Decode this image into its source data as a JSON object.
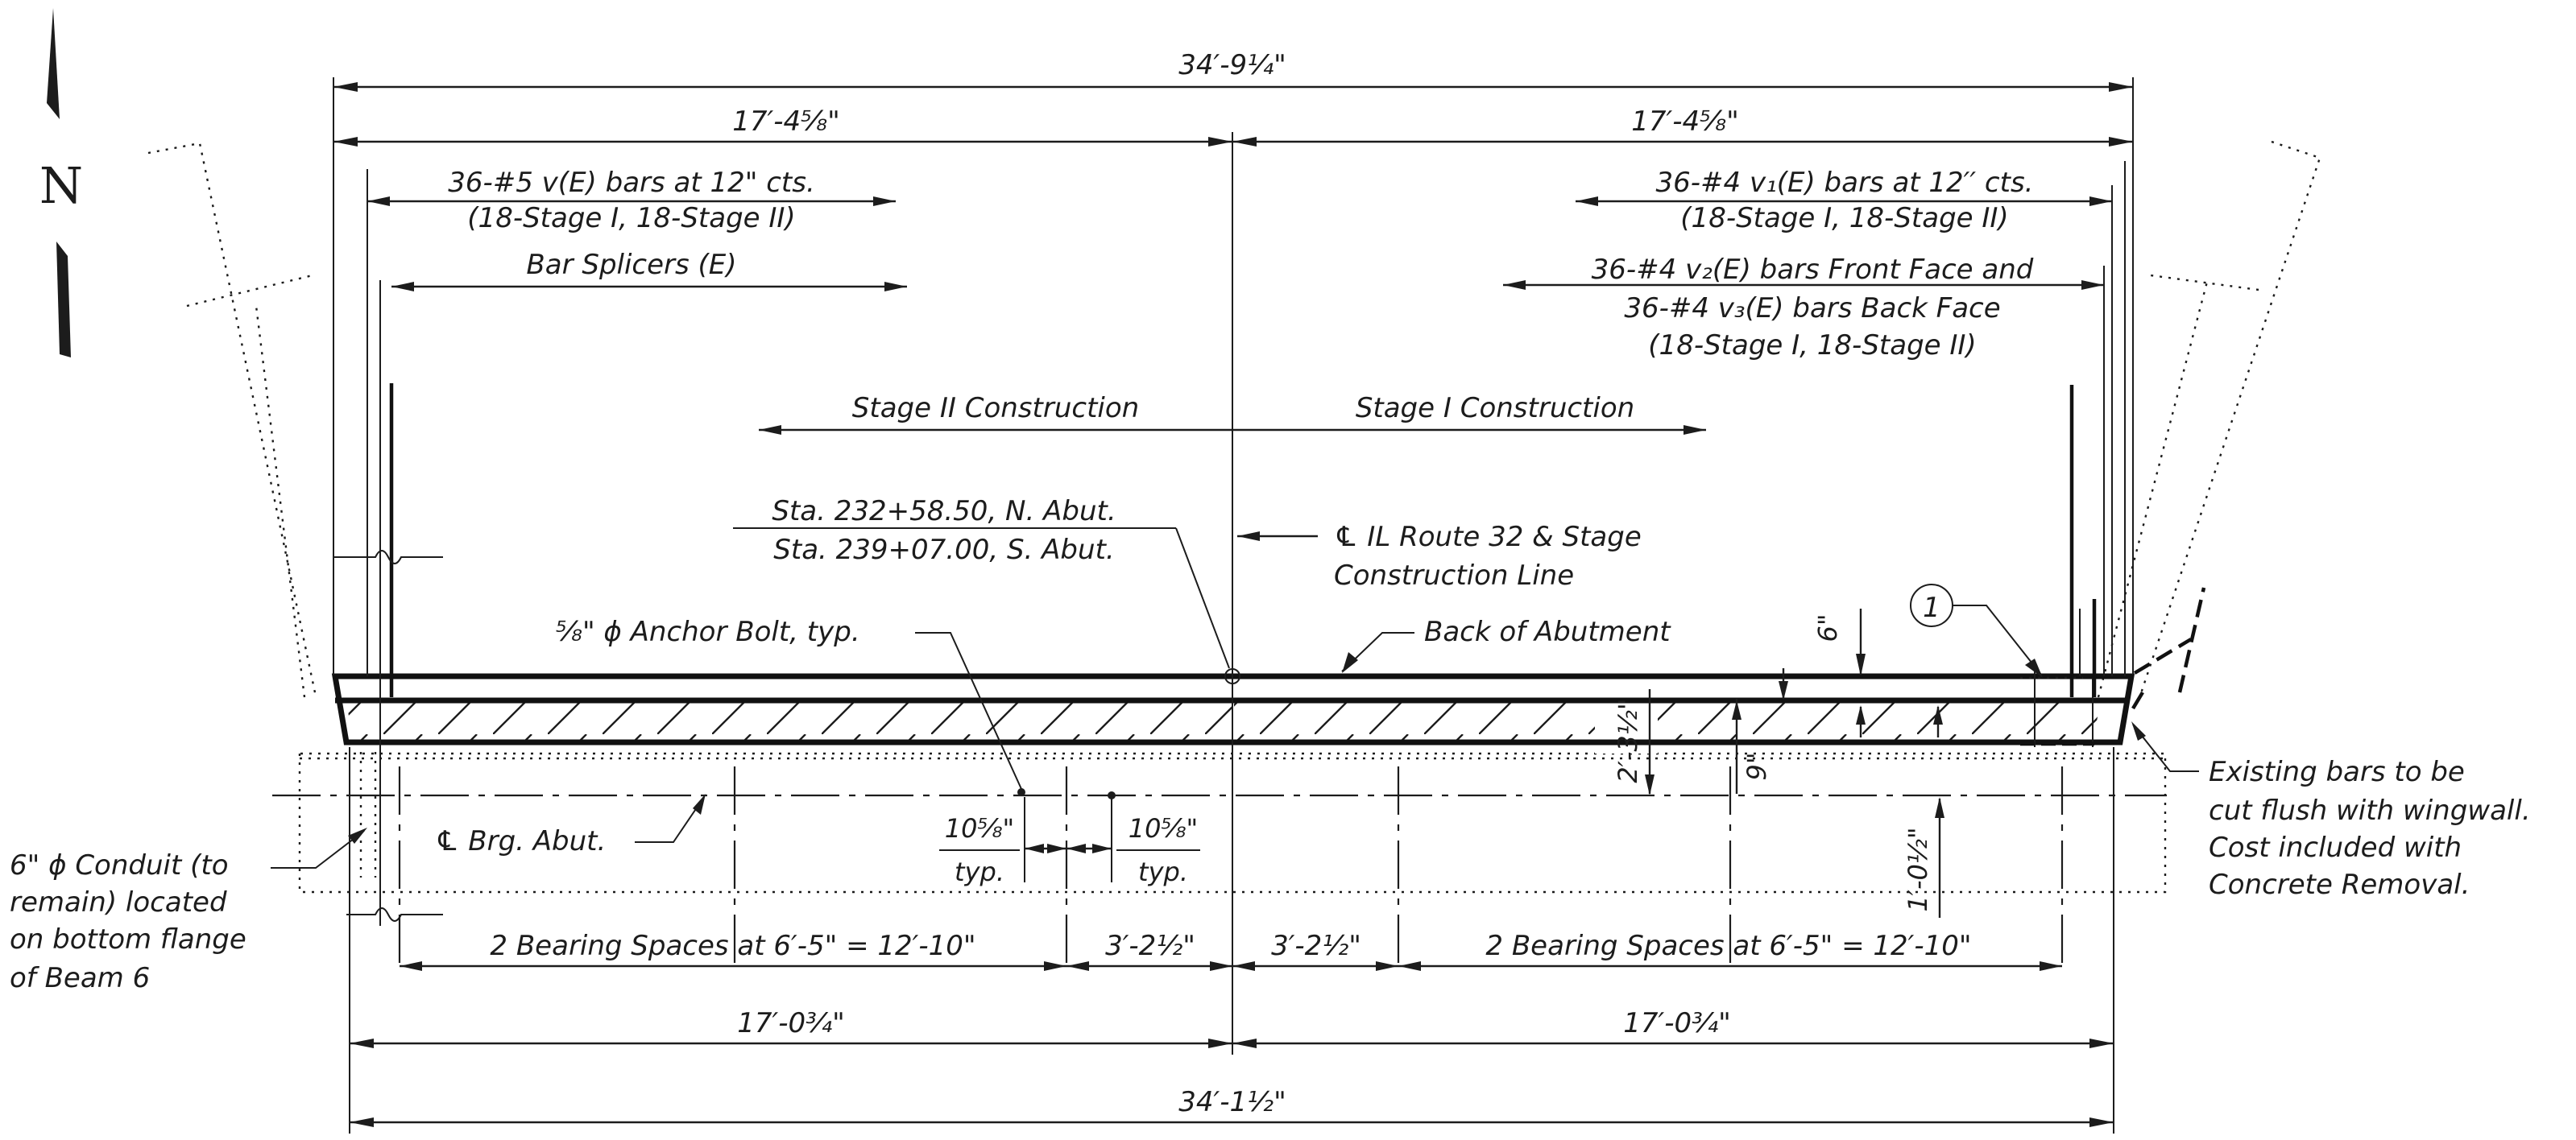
{
  "north_arrow": {
    "label": "N"
  },
  "dimensions": {
    "overall_top": "34′-9¼\"",
    "half_left_top": "17′-4⅝\"",
    "half_right_top": "17′-4⅝\"",
    "bearing_left": "2 Bearing Spaces at 6′-5\" = 12′-10\"",
    "center_left": "3′-2½\"",
    "center_right": "3′-2½\"",
    "bearing_right": "2 Bearing Spaces at 6′-5\" = 12′-10\"",
    "half_left_bottom": "17′-0¾\"",
    "half_right_bottom": "17′-0¾\"",
    "overall_bottom": "34′-1½\"",
    "abut_depth": "2′-3½\"",
    "six_inch": "6\"",
    "nine_inch": "9\"",
    "one_foot": "1′-0½\"",
    "anchor_left_value": "10⅝\"",
    "anchor_left_typ": "typ.",
    "anchor_right_value": "10⅝\"",
    "anchor_right_typ": "typ."
  },
  "notes": {
    "bars_left_line1": "36-#5 v(E) bars at 12\" cts.",
    "bars_left_line2": "(18-Stage I, 18-Stage II)",
    "bar_splicers": "Bar Splicers (E)",
    "bars_right_line1": "36-#4 v₁(E) bars at 12′′ cts.",
    "bars_right_line2": "(18-Stage I, 18-Stage II)",
    "bars_right2_line1": "36-#4 v₂(E) bars Front Face and",
    "bars_right2_line2": "36-#4 v₃(E) bars Back Face",
    "bars_right2_line3": "(18-Stage I, 18-Stage II)",
    "stage2": "Stage II Construction",
    "stage1": "Stage I Construction",
    "station_line1": "Sta. 232+58.50, N. Abut.",
    "station_line2": "Sta. 239+07.00, S. Abut.",
    "centerline_line1": "℄ IL Route 32 & Stage",
    "centerline_line2": "Construction Line",
    "anchor_bolt": "⅝\" ϕ Anchor Bolt, typ.",
    "back_of_abutment": "Back of Abutment",
    "bearing_centerline": "℄ Brg. Abut.",
    "callout_number": "1",
    "conduit_line1": "6\" ϕ Conduit (to",
    "conduit_line2": "remain) located",
    "conduit_line3": "on bottom flange",
    "conduit_line4": "of Beam 6",
    "existing_line1": "Existing bars to be",
    "existing_line2": "cut flush with wingwall.",
    "existing_line3": "Cost included with",
    "existing_line4": "Concrete Removal."
  }
}
